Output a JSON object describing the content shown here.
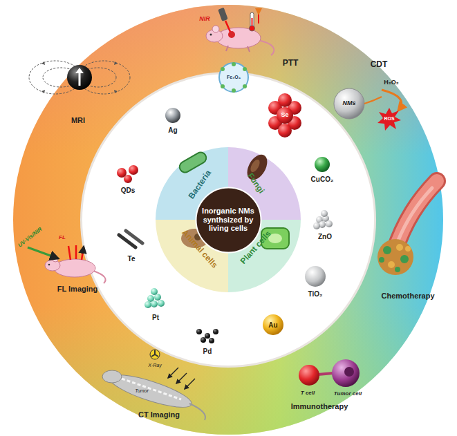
{
  "diagram": {
    "nodes": [
      {
        "text": [
          "Inorganic NMs synthsized by living cells"
        ]
      },
      {
        "text": [
          "Bacteria"
        ]
      },
      {
        "text": [
          "Fungi"
        ]
      },
      {
        "text": [
          "Plant cells"
        ]
      },
      {
        "text": [
          "Animal cells"
        ]
      }
    ],
    "labels": [
      "PTT",
      "NIR",
      "CDT",
      "NMs",
      "H₂O₂",
      "ROS",
      "Chemotherapy",
      "Immunotherapy",
      "T cell",
      "Tumor cell",
      "CT Imaging",
      "X-Ray",
      "Tumor",
      "FL Imaging",
      "UV-Vis/NIR",
      "FL",
      "MRI",
      "Ag",
      "Fe₃O₄",
      "Se",
      "CuCO₂",
      "ZnO",
      "TiO₂",
      "Au",
      "Pd",
      "Pt",
      "Te",
      "QDs"
    ]
  }
}
